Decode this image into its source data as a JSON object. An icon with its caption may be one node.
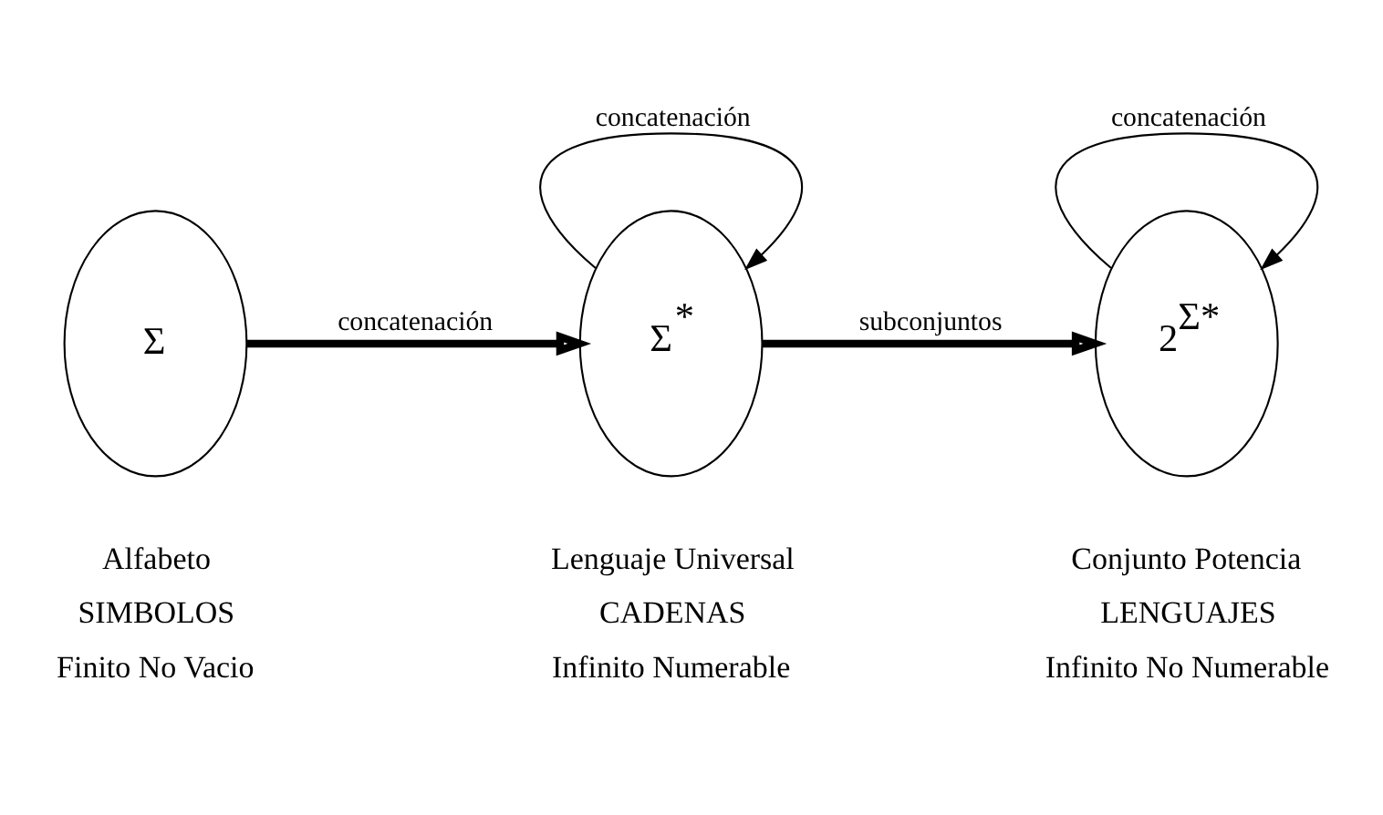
{
  "diagram": {
    "nodes": [
      {
        "text": [
          "Σ"
        ],
        "beside": [
          "Alfabeto",
          "SIMBOLOS",
          "Finito No Vacio"
        ]
      },
      {
        "text": [
          "Σ$^{*}$"
        ],
        "beside": [
          "Lenguaje Universal",
          "CADENAS",
          "Infinito Numerable"
        ]
      },
      {
        "text": [
          "2$^{Σ*}$"
        ],
        "beside": [
          "Conjunto Potencia",
          "LENGUAJES",
          "Infinito No Numerable"
        ]
      }
    ],
    "edges": [
      {
        "from": 0,
        "to": 1,
        "arrow": "to",
        "label": "concatenación",
        "style": "thick"
      },
      {
        "from": 1,
        "to": 1,
        "arrow": "to",
        "label": "concatenación"
      },
      {
        "from": 1,
        "to": 2,
        "arrow": "to",
        "label": "subconjuntos",
        "style": "thick"
      },
      {
        "from": 2,
        "to": 2,
        "arrow": "to",
        "label": "concatenación"
      }
    ]
  }
}
